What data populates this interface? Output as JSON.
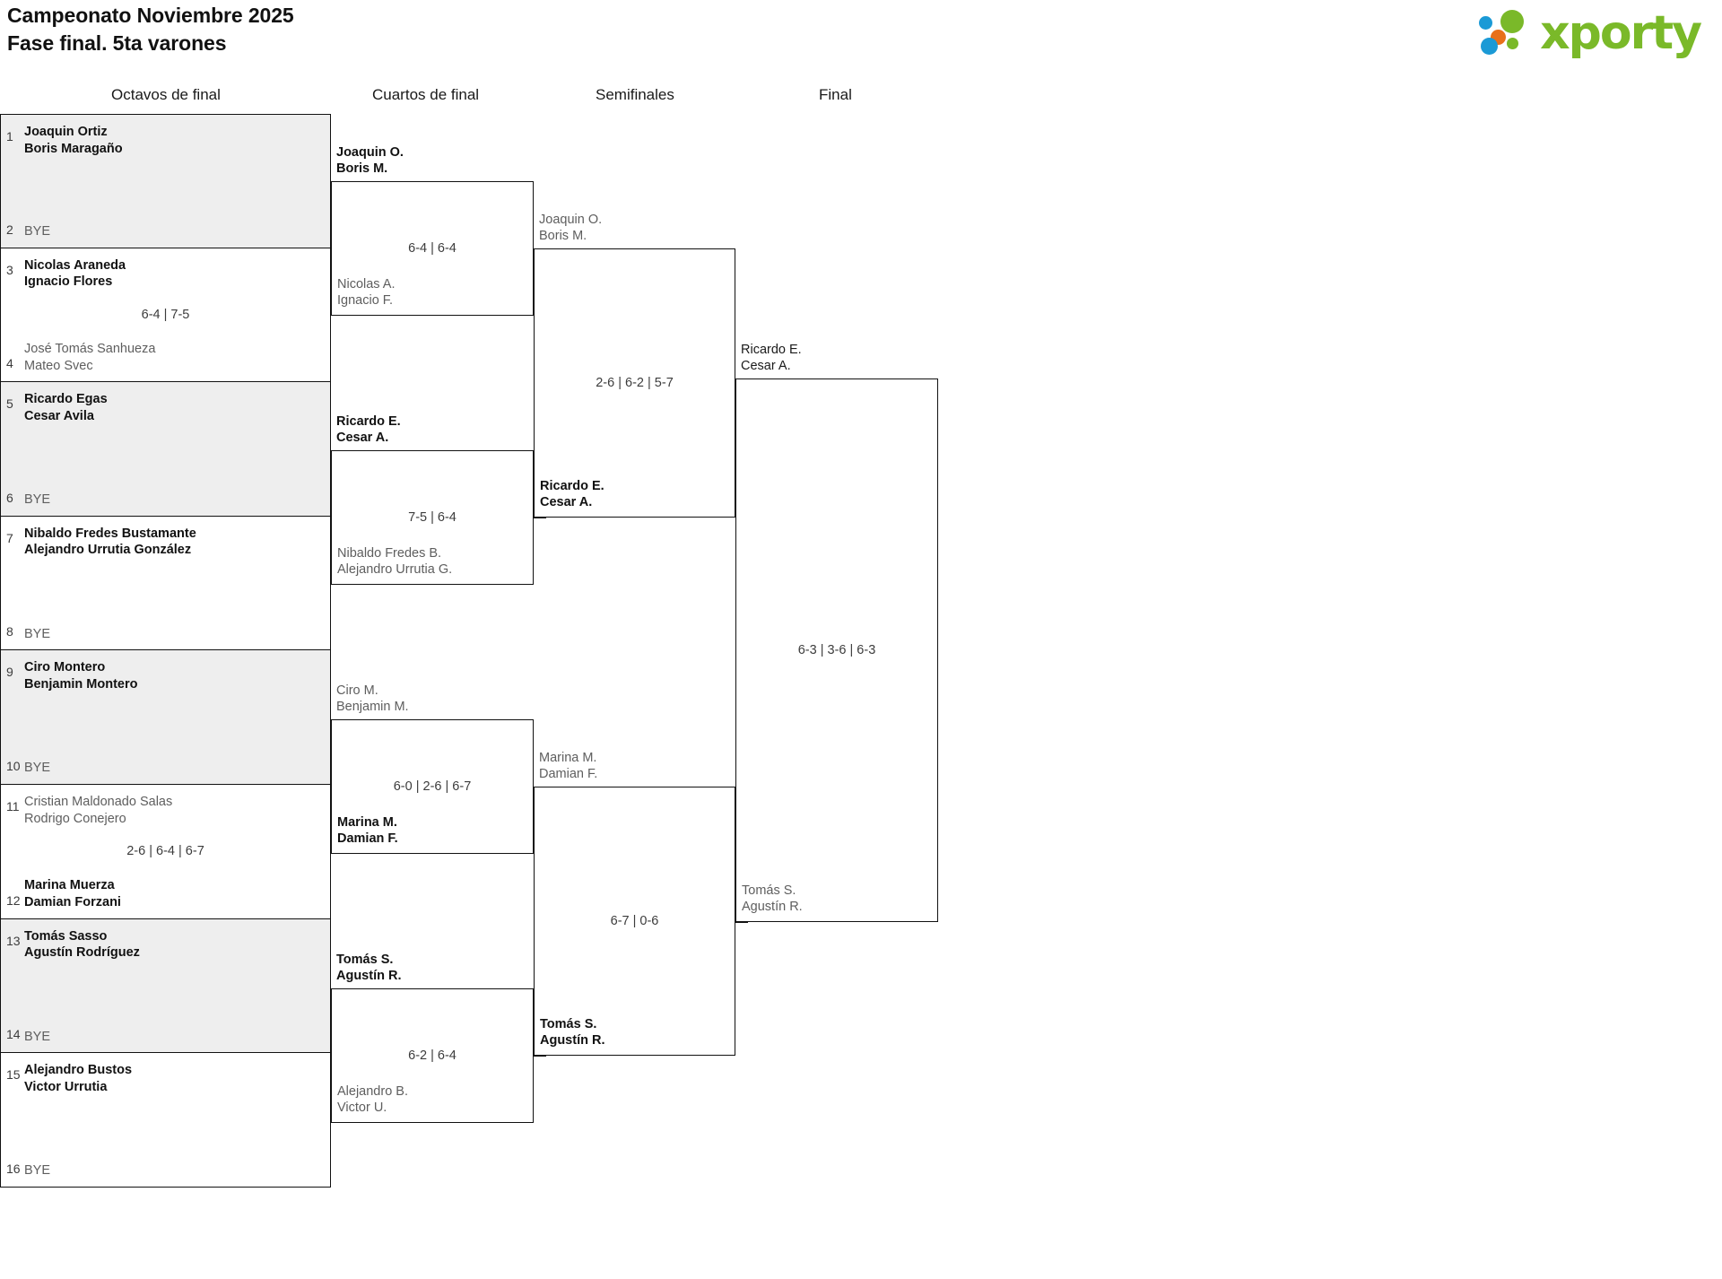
{
  "header": {
    "title_line1": "Campeonato Noviembre 2025",
    "title_line2": "Fase final. 5ta varones",
    "brand": "xporty",
    "brand_color": "#7ab929",
    "dot_colors": [
      "#1b9ad6",
      "#e8701a",
      "#7ab929",
      "#1b9ad6",
      "#7ab929"
    ]
  },
  "rounds": [
    {
      "label": "Octavos de final"
    },
    {
      "label": "Cuartos de final"
    },
    {
      "label": "Semifinales"
    },
    {
      "label": "Final"
    }
  ],
  "round1": {
    "pairs": [
      {
        "seed_top": "1",
        "top_l1": "Joaquin Ortiz",
        "top_l2": "Boris Maragaño",
        "top_state": "win",
        "seed_bot": "2",
        "bot_l1": "BYE",
        "bot_l2": "",
        "bot_state": "bye",
        "score": ""
      },
      {
        "seed_top": "3",
        "top_l1": "Nicolas Araneda",
        "top_l2": "Ignacio Flores",
        "top_state": "win",
        "seed_bot": "4",
        "bot_l1": "José Tomás Sanhueza",
        "bot_l2": "Mateo Svec",
        "bot_state": "lose",
        "score": "6-4 | 7-5"
      },
      {
        "seed_top": "5",
        "top_l1": "Ricardo Egas",
        "top_l2": "Cesar Avila",
        "top_state": "win",
        "seed_bot": "6",
        "bot_l1": "BYE",
        "bot_l2": "",
        "bot_state": "bye",
        "score": ""
      },
      {
        "seed_top": "7",
        "top_l1": "Nibaldo Fredes Bustamante",
        "top_l2": "Alejandro Urrutia González",
        "top_state": "win",
        "seed_bot": "8",
        "bot_l1": "BYE",
        "bot_l2": "",
        "bot_state": "bye",
        "score": ""
      },
      {
        "seed_top": "9",
        "top_l1": "Ciro Montero",
        "top_l2": "Benjamin Montero",
        "top_state": "win",
        "seed_bot": "10",
        "bot_l1": "BYE",
        "bot_l2": "",
        "bot_state": "bye",
        "score": ""
      },
      {
        "seed_top": "11",
        "top_l1": "Cristian Maldonado Salas",
        "top_l2": "Rodrigo Conejero",
        "top_state": "lose",
        "seed_bot": "12",
        "bot_l1": "Marina Muerza",
        "bot_l2": "Damian Forzani",
        "bot_state": "win",
        "score": "2-6 | 6-4 | 6-7"
      },
      {
        "seed_top": "13",
        "top_l1": "Tomás Sasso",
        "top_l2": "Agustín Rodríguez",
        "top_state": "win",
        "seed_bot": "14",
        "bot_l1": "BYE",
        "bot_l2": "",
        "bot_state": "bye",
        "score": ""
      },
      {
        "seed_top": "15",
        "top_l1": "Alejandro Bustos",
        "top_l2": "Victor Urrutia",
        "top_state": "win",
        "seed_bot": "16",
        "bot_l1": "BYE",
        "bot_l2": "",
        "bot_state": "bye",
        "score": ""
      }
    ]
  },
  "quarterfinals": {
    "matches": [
      {
        "top_l1": "Joaquin O.",
        "top_l2": "Boris M.",
        "top_state": "win",
        "bot_l1": "Nicolas A.",
        "bot_l2": "Ignacio F.",
        "bot_state": "lose",
        "score": "6-4 | 6-4"
      },
      {
        "top_l1": "Ricardo E.",
        "top_l2": "Cesar A.",
        "top_state": "win",
        "bot_l1": "Nibaldo Fredes B.",
        "bot_l2": "Alejandro Urrutia G.",
        "bot_state": "lose",
        "score": "7-5 | 6-4"
      },
      {
        "top_l1": "Ciro M.",
        "top_l2": "Benjamin M.",
        "top_state": "lose",
        "bot_l1": "Marina M.",
        "bot_l2": "Damian F.",
        "bot_state": "win",
        "score": "6-0 | 2-6 | 6-7"
      },
      {
        "top_l1": "Tomás S.",
        "top_l2": "Agustín R.",
        "top_state": "win",
        "bot_l1": "Alejandro B.",
        "bot_l2": "Victor U.",
        "bot_state": "lose",
        "score": "6-2 | 6-4"
      }
    ]
  },
  "semifinals": {
    "matches": [
      {
        "top_l1": "Joaquin O.",
        "top_l2": "Boris M.",
        "top_state": "lose",
        "bot_l1": "Ricardo E.",
        "bot_l2": "Cesar A.",
        "bot_state": "win",
        "score": "2-6 | 6-2 | 5-7"
      },
      {
        "top_l1": "Marina M.",
        "top_l2": "Damian F.",
        "top_state": "lose",
        "bot_l1": "Tomás S.",
        "bot_l2": "Agustín R.",
        "bot_state": "win",
        "score": "6-7 | 0-6"
      }
    ]
  },
  "final": {
    "matches": [
      {
        "top_l1": "Ricardo E.",
        "top_l2": "Cesar A.",
        "top_state": "win",
        "bot_l1": "Tomás S.",
        "bot_l2": "Agustín R.",
        "bot_state": "lose",
        "score": "6-3 | 3-6 | 6-3"
      }
    ]
  }
}
